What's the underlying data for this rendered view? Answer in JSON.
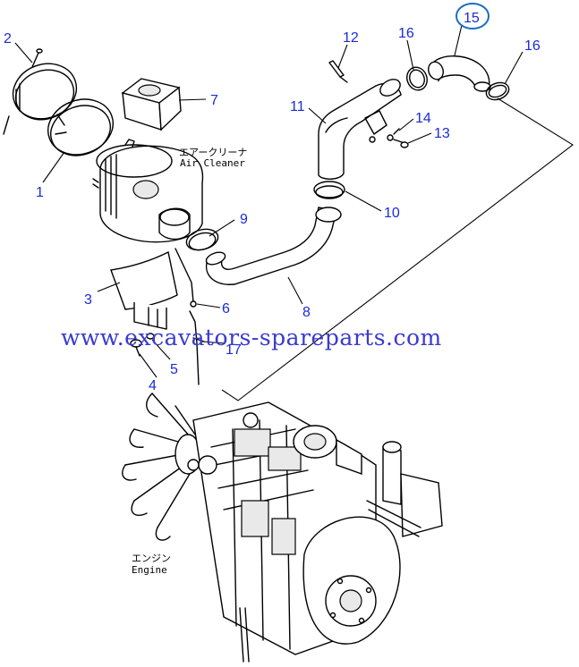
{
  "callouts": {
    "c1": "1",
    "c2": "2",
    "c3": "3",
    "c4": "4",
    "c5": "5",
    "c6": "6",
    "c7": "7",
    "c8": "8",
    "c9": "9",
    "c10": "10",
    "c11": "11",
    "c12": "12",
    "c13": "13",
    "c14": "14",
    "c15": "15",
    "c16a": "16",
    "c16b": "16",
    "c17": "17"
  },
  "labels": {
    "air_cleaner_jp": "エアークリーナ",
    "air_cleaner_en": "Air Cleaner",
    "engine_jp": "エンジン",
    "engine_en": "Engine"
  },
  "watermark": "www.excavators-spareparts.com",
  "colors": {
    "callout": "#1b2bd6",
    "watermark": "#3b3bcf",
    "highlight_ring": "#1a6fc0"
  }
}
